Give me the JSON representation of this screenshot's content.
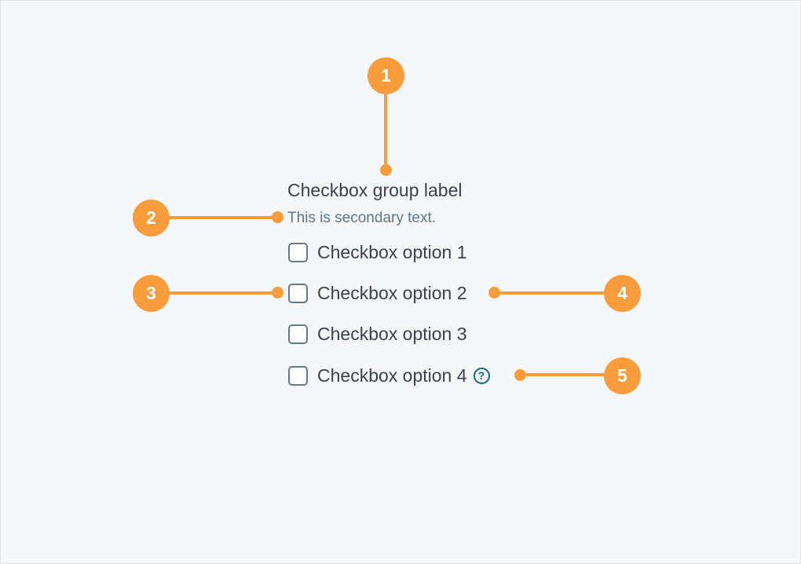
{
  "component": {
    "group_label": "Checkbox group label",
    "secondary_text": "This is secondary text.",
    "options": [
      {
        "label": "Checkbox option 1",
        "checked": false
      },
      {
        "label": "Checkbox option 2",
        "checked": false
      },
      {
        "label": "Checkbox option 3",
        "checked": false
      },
      {
        "label": "Checkbox option 4",
        "checked": false,
        "has_help_icon": true
      }
    ],
    "help_icon_glyph": "?"
  },
  "callouts": [
    {
      "number": "1",
      "target": "checkbox-group-label"
    },
    {
      "number": "2",
      "target": "secondary-text"
    },
    {
      "number": "3",
      "target": "checkbox-input"
    },
    {
      "number": "4",
      "target": "checkbox-option-label"
    },
    {
      "number": "5",
      "target": "help-icon"
    }
  ],
  "colors": {
    "callout_orange": "#f89c3e",
    "text_primary": "#3a414e",
    "text_secondary": "#5f7585",
    "checkbox_border": "#64798a",
    "help_icon_teal": "#0d6986",
    "background": "#f6f7f9"
  }
}
